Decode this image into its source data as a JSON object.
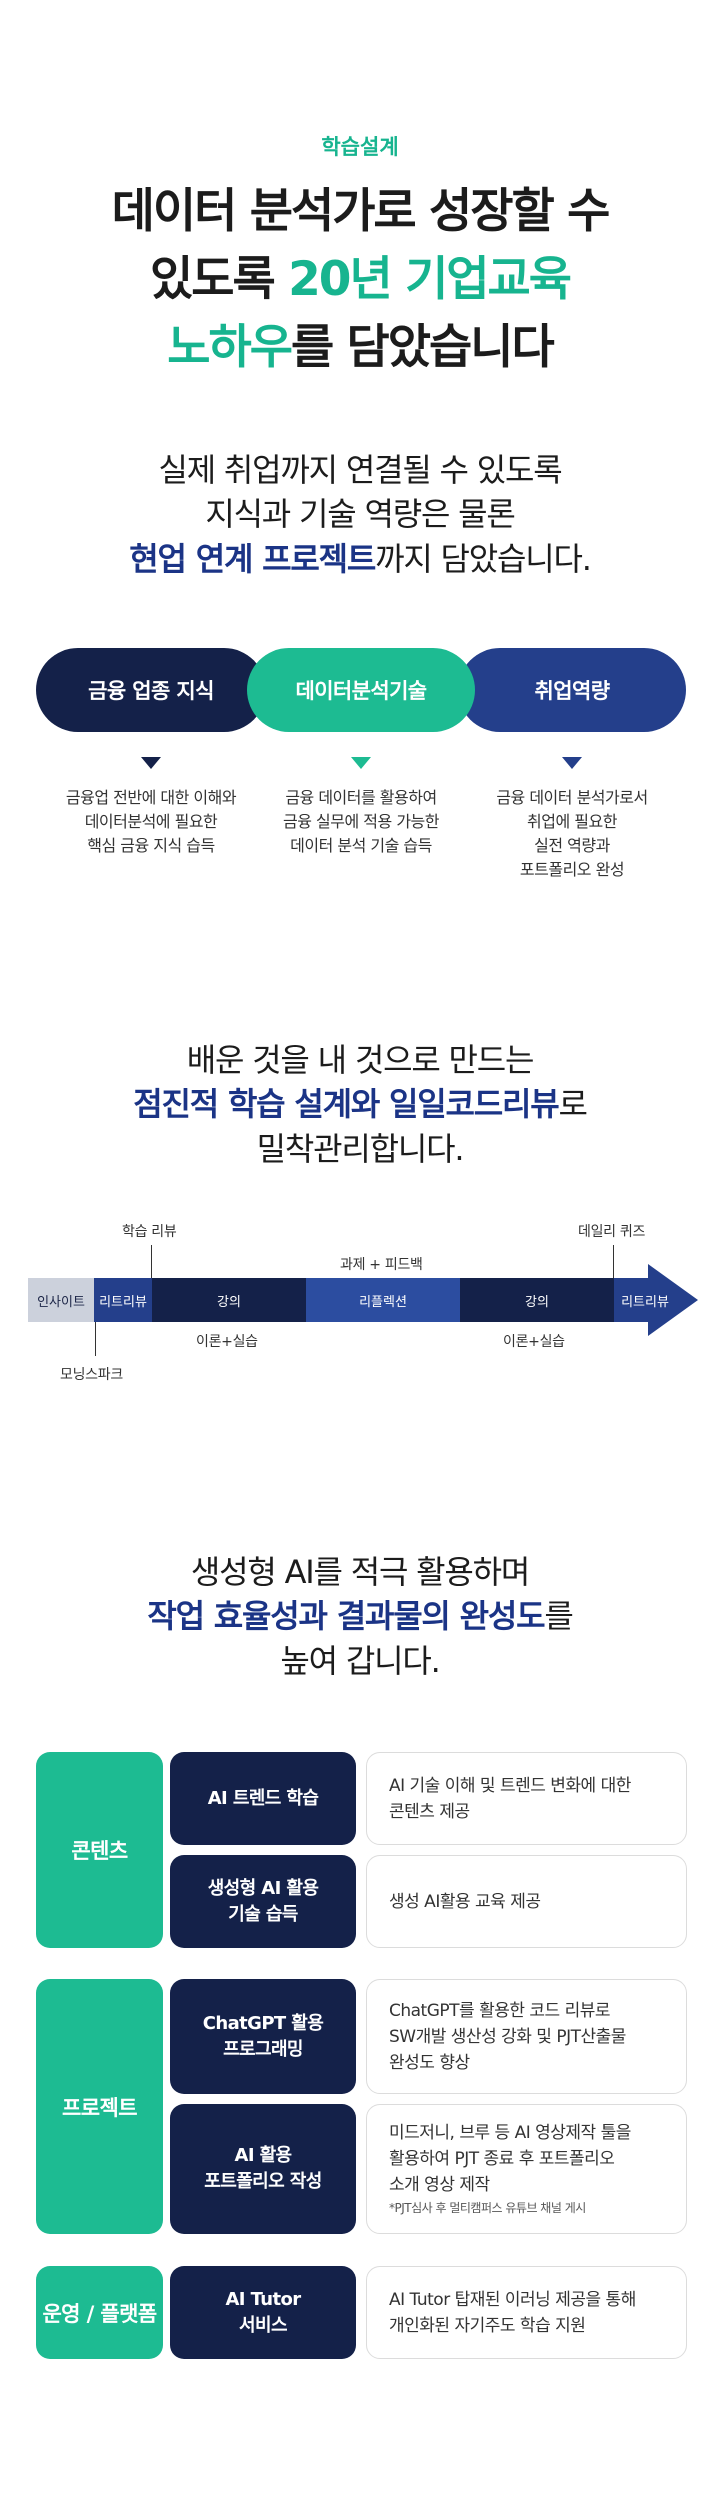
{
  "intro": {
    "label": "학습설계",
    "headline_line1": "데이터 분석가로 성장할 수",
    "headline_line2_a": "있도록 ",
    "headline_line2_b": "20년 기업교육",
    "headline_line3_a": "노하우",
    "headline_line3_b": "를 담았습니다"
  },
  "subhead": {
    "line1": "실제 취업까지 연결될 수 있도록",
    "line2": "지식과 기술 역량은 물론",
    "line3_a": "현업 연계 프로젝트",
    "line3_b": "까지 담았습니다."
  },
  "pillars": [
    {
      "title": "금융 업종 지식",
      "desc": [
        "금융업 전반에 대한 이해와",
        "데이터분석에 필요한",
        "핵심 금융 지식 습득"
      ],
      "color": "#142149"
    },
    {
      "title": "데이터분석기술",
      "desc": [
        "금융 데이터를 활용하여",
        "금융 실무에 적용 가능한",
        "데이터 분석 기술 습득"
      ],
      "color": "#1dbb92"
    },
    {
      "title": "취업역량",
      "desc": [
        "금융 데이터 분석가로서",
        "취업에 필요한",
        "실전 역량과",
        "포트폴리오 완성"
      ],
      "color": "#243f8b"
    }
  ],
  "process": {
    "line1": "배운 것을 내 것으로 만드는",
    "line2_a": "점진적 학습 설계와 일일코드리뷰",
    "line2_b": "로",
    "line3": "밀착관리합니다."
  },
  "timeline": {
    "segments": [
      "인사이트",
      "리트리뷰",
      "강의",
      "리플렉션",
      "강의",
      "리트리뷰"
    ],
    "labels": {
      "study_review": "학습 리뷰",
      "assignment_feedback": "과제 + 피드백",
      "daily_quiz": "데일리 퀴즈",
      "morning_spark": "모닝스파크",
      "theory_1": "이론+실습",
      "theory_2": "이론+실습"
    }
  },
  "ai": {
    "line1": "생성형 AI를 적극 활용하며",
    "line2_a": "작업 효율성과 결과물의 완성도",
    "line2_b": "를",
    "line3": "높여 갑니다."
  },
  "table": {
    "categories": [
      "콘텐츠",
      "프로젝트",
      "운영 / 플랫폼"
    ],
    "rows": [
      {
        "item": [
          "AI 트렌드 학습"
        ],
        "detail": [
          "AI 기술 이해 및 트렌드 변화에 대한",
          "콘텐츠 제공"
        ]
      },
      {
        "item": [
          "생성형 AI 활용",
          "기술 습득"
        ],
        "detail": [
          "생성 AI활용 교육 제공"
        ]
      },
      {
        "item": [
          "ChatGPT 활용",
          "프로그래밍"
        ],
        "detail": [
          "ChatGPT를 활용한 코드 리뷰로",
          "SW개발 생산성 강화 및 PJT산출물",
          "완성도 향상"
        ]
      },
      {
        "item": [
          "AI 활용",
          "포트폴리오 작성"
        ],
        "detail": [
          "미드저니, 브루 등 AI 영상제작 툴을",
          "활용하여 PJT 종료 후 포트폴리오",
          "소개 영상 제작"
        ],
        "note": "*PJT심사 후 멀티캠퍼스 유튜브 채널 게시"
      },
      {
        "item": [
          "AI Tutor",
          "서비스"
        ],
        "detail": [
          "AI Tutor 탑재된 이러닝 제공을 통해",
          "개인화된 자기주도 학습 지원"
        ]
      }
    ]
  }
}
